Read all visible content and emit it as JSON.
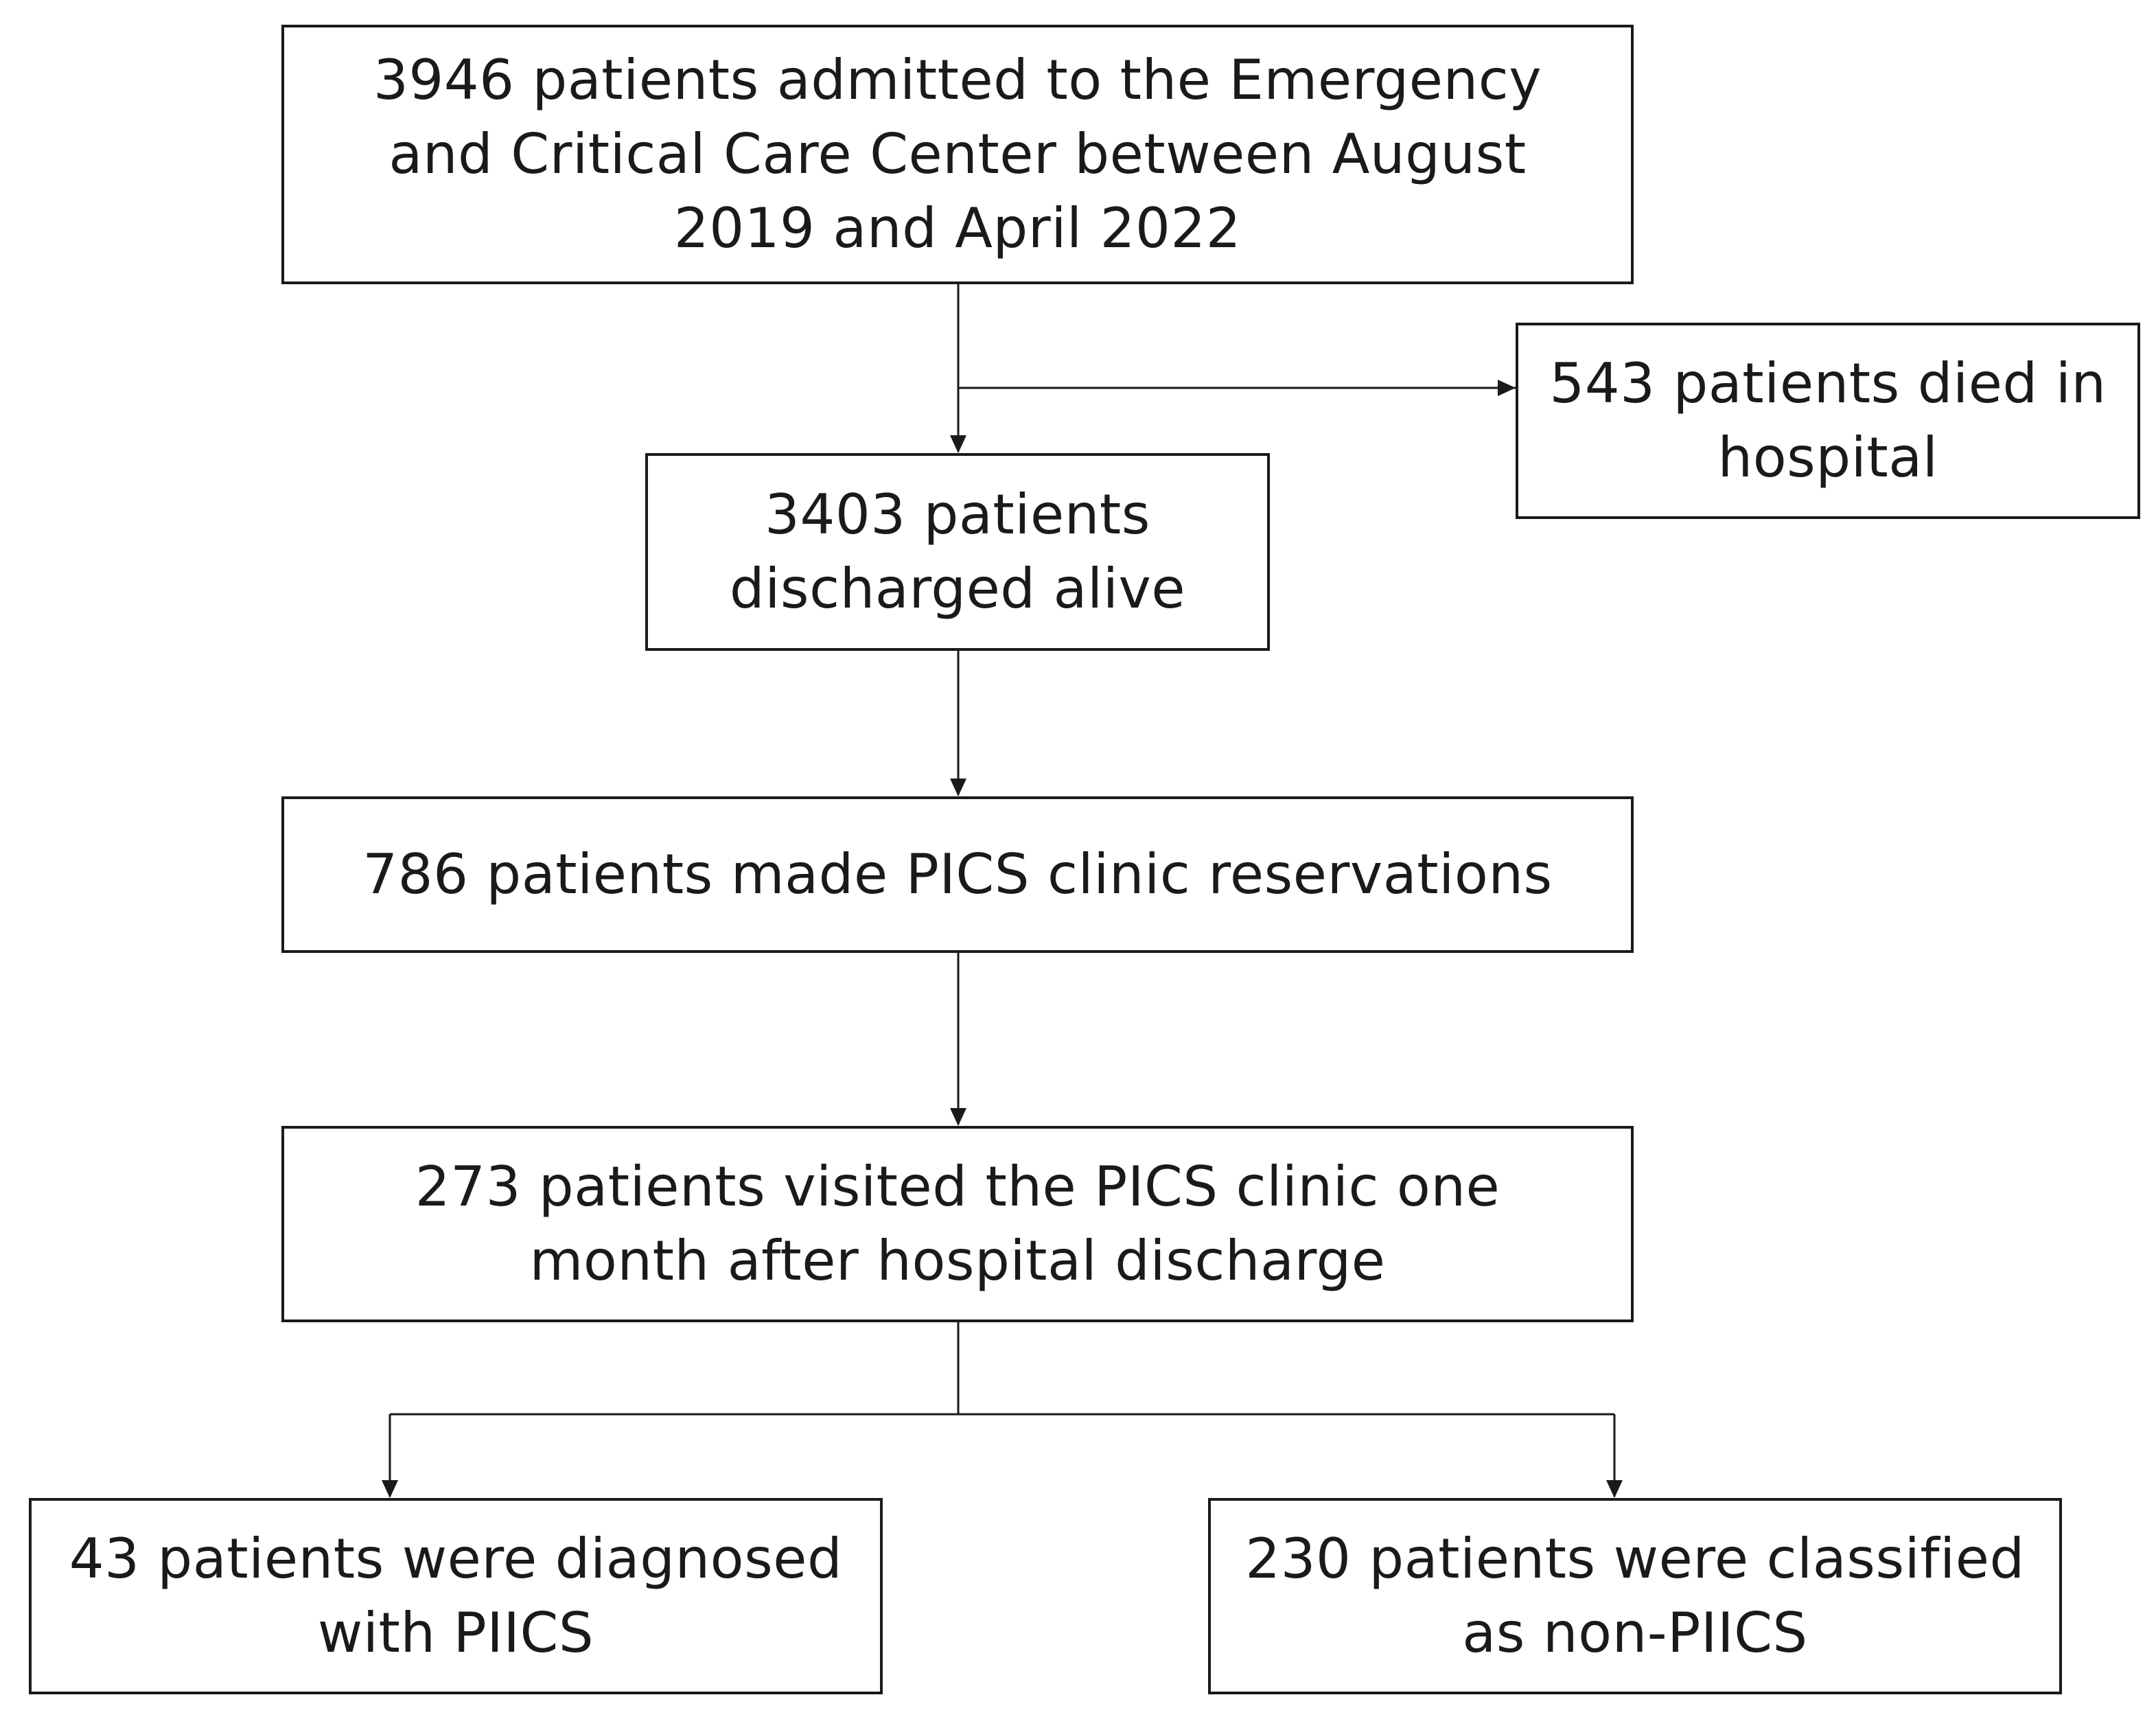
{
  "flowchart": {
    "admitted": "3946 patients admitted to the Emergency\nand Critical Care Center between August\n2019 and April 2022",
    "died": "543 patients died in\nhospital",
    "discharged": "3403 patients\ndischarged alive",
    "reservations": "786 patients made PICS clinic reservations",
    "visited": "273 patients visited the PICS clinic one\nmonth after hospital discharge",
    "piics": "43 patients were diagnosed\nwith PIICS",
    "non_piics": "230 patients were classified\nas non-PIICS"
  }
}
